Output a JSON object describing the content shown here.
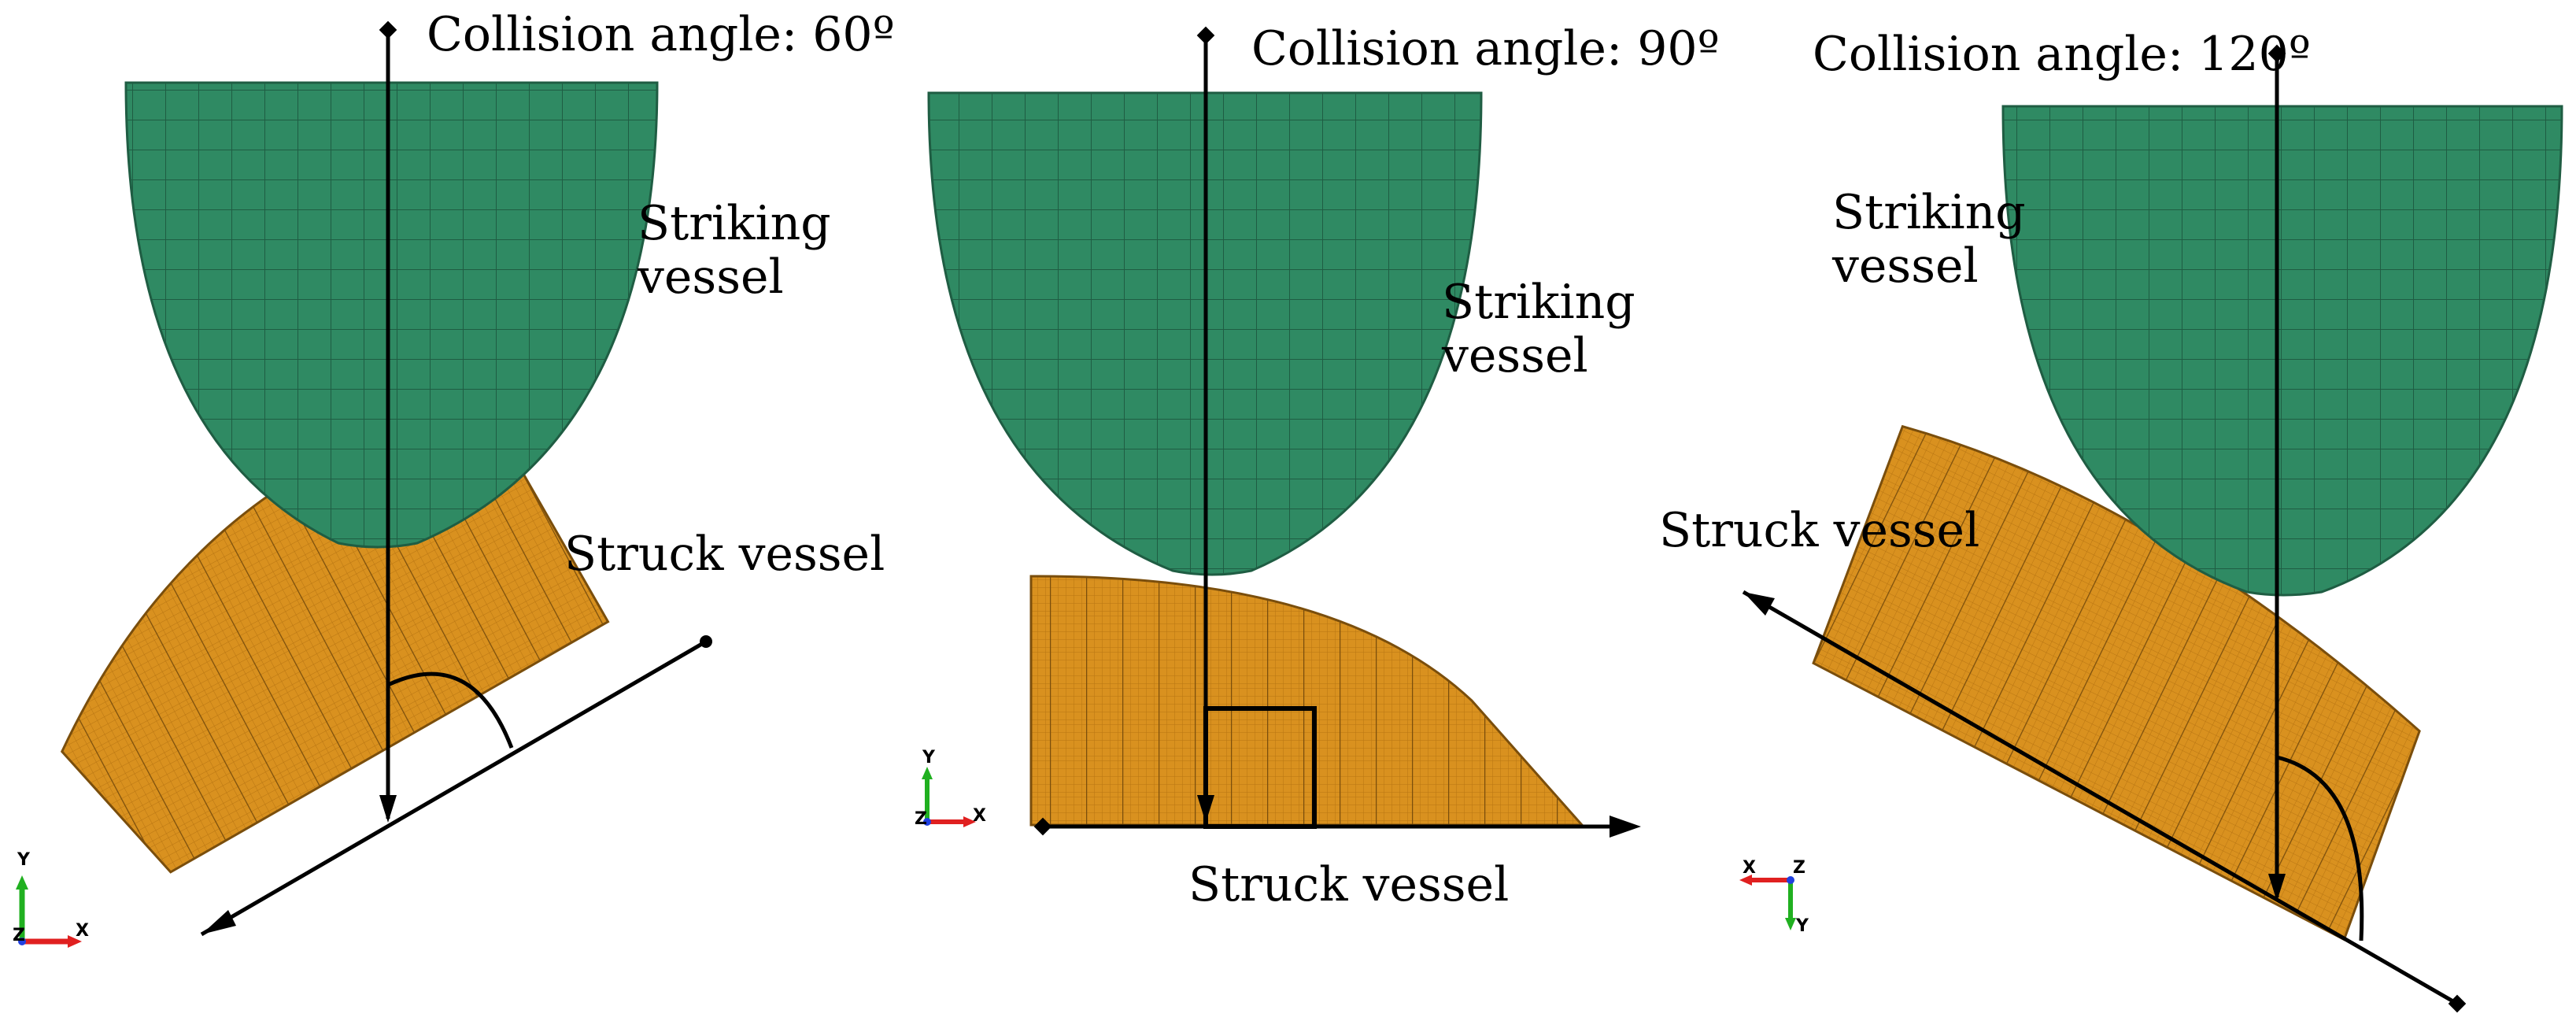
{
  "panels": [
    {
      "title": "Collision angle: 60º",
      "striking_label": "Striking\nvessel",
      "struck_label": "Struck vessel",
      "angle_deg": 60
    },
    {
      "title": "Collision angle: 90º",
      "striking_label": "Striking\nvessel",
      "struck_label": "Struck vessel",
      "angle_deg": 90
    },
    {
      "title": "Collision angle: 120º",
      "striking_label": "Striking\nvessel",
      "struck_label": "Struck vessel",
      "angle_deg": 120
    }
  ],
  "colors": {
    "striking_vessel": "#2f8a63",
    "striking_mesh": "#1f5d43",
    "struck_vessel": "#d9911f",
    "struck_mesh": "#8a5a10",
    "line": "#000000",
    "triad_x": "#e02020",
    "triad_y": "#20b020",
    "triad_z": "#2040e0"
  },
  "triads": [
    {
      "up": "Y",
      "right": "X",
      "corner": "Z"
    },
    {
      "up": "Y",
      "right": "X",
      "corner": "Z"
    },
    {
      "down": "Y",
      "left": "X",
      "corner": "Z"
    }
  ]
}
